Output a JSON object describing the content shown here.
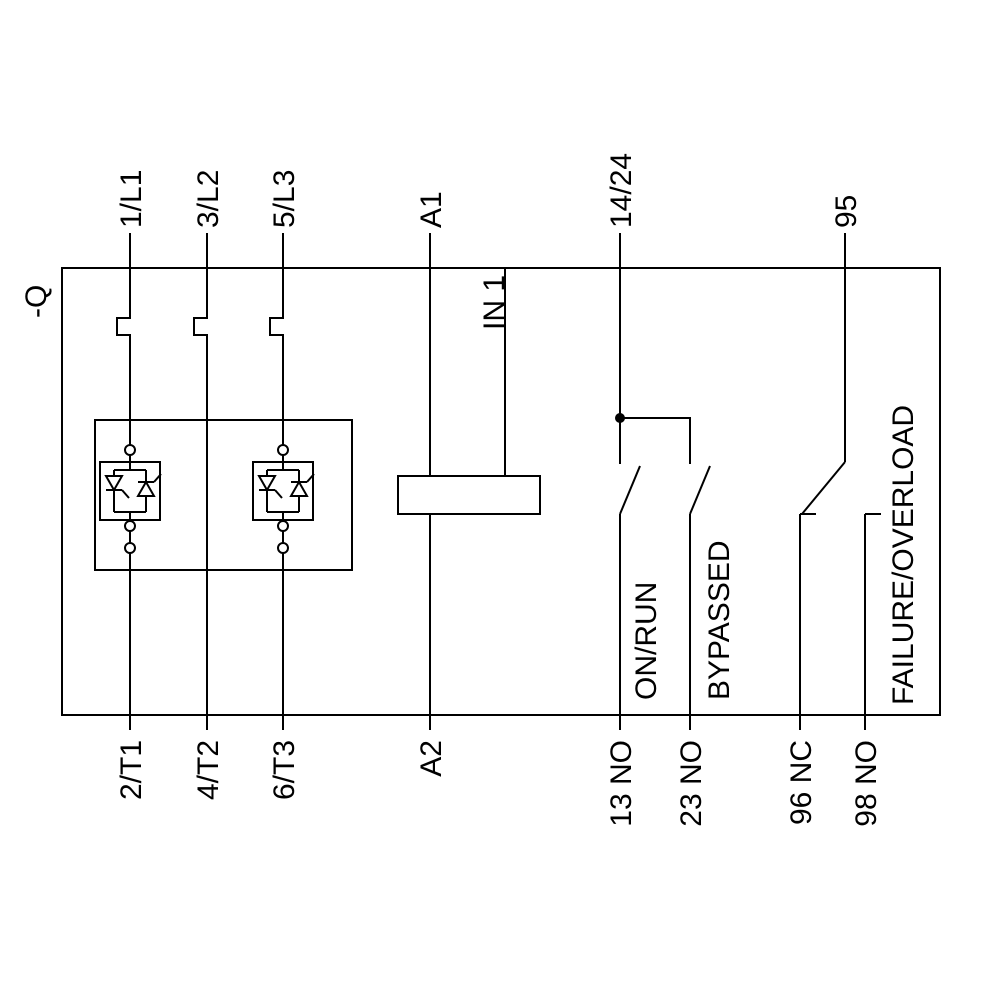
{
  "device": {
    "label": "-Q"
  },
  "top_terminals": [
    {
      "label": "1/L1"
    },
    {
      "label": "3/L2"
    },
    {
      "label": "5/L3"
    },
    {
      "label": "A1"
    },
    {
      "label": "14/24"
    },
    {
      "label": "95"
    }
  ],
  "bottom_terminals": [
    {
      "label": "2/T1"
    },
    {
      "label": "4/T2"
    },
    {
      "label": "6/T3"
    },
    {
      "label": "A2"
    },
    {
      "label": "13 NO"
    },
    {
      "label": "23 NO"
    },
    {
      "label": "96 NC"
    },
    {
      "label": "98 NO"
    }
  ],
  "internal_labels": {
    "input": "IN 1",
    "on_run": "ON/RUN",
    "bypassed": "BYPASSED",
    "failure_overload": "FAILURE/OVERLOAD"
  },
  "colors": {
    "line": "#000000",
    "background": "#ffffff"
  }
}
